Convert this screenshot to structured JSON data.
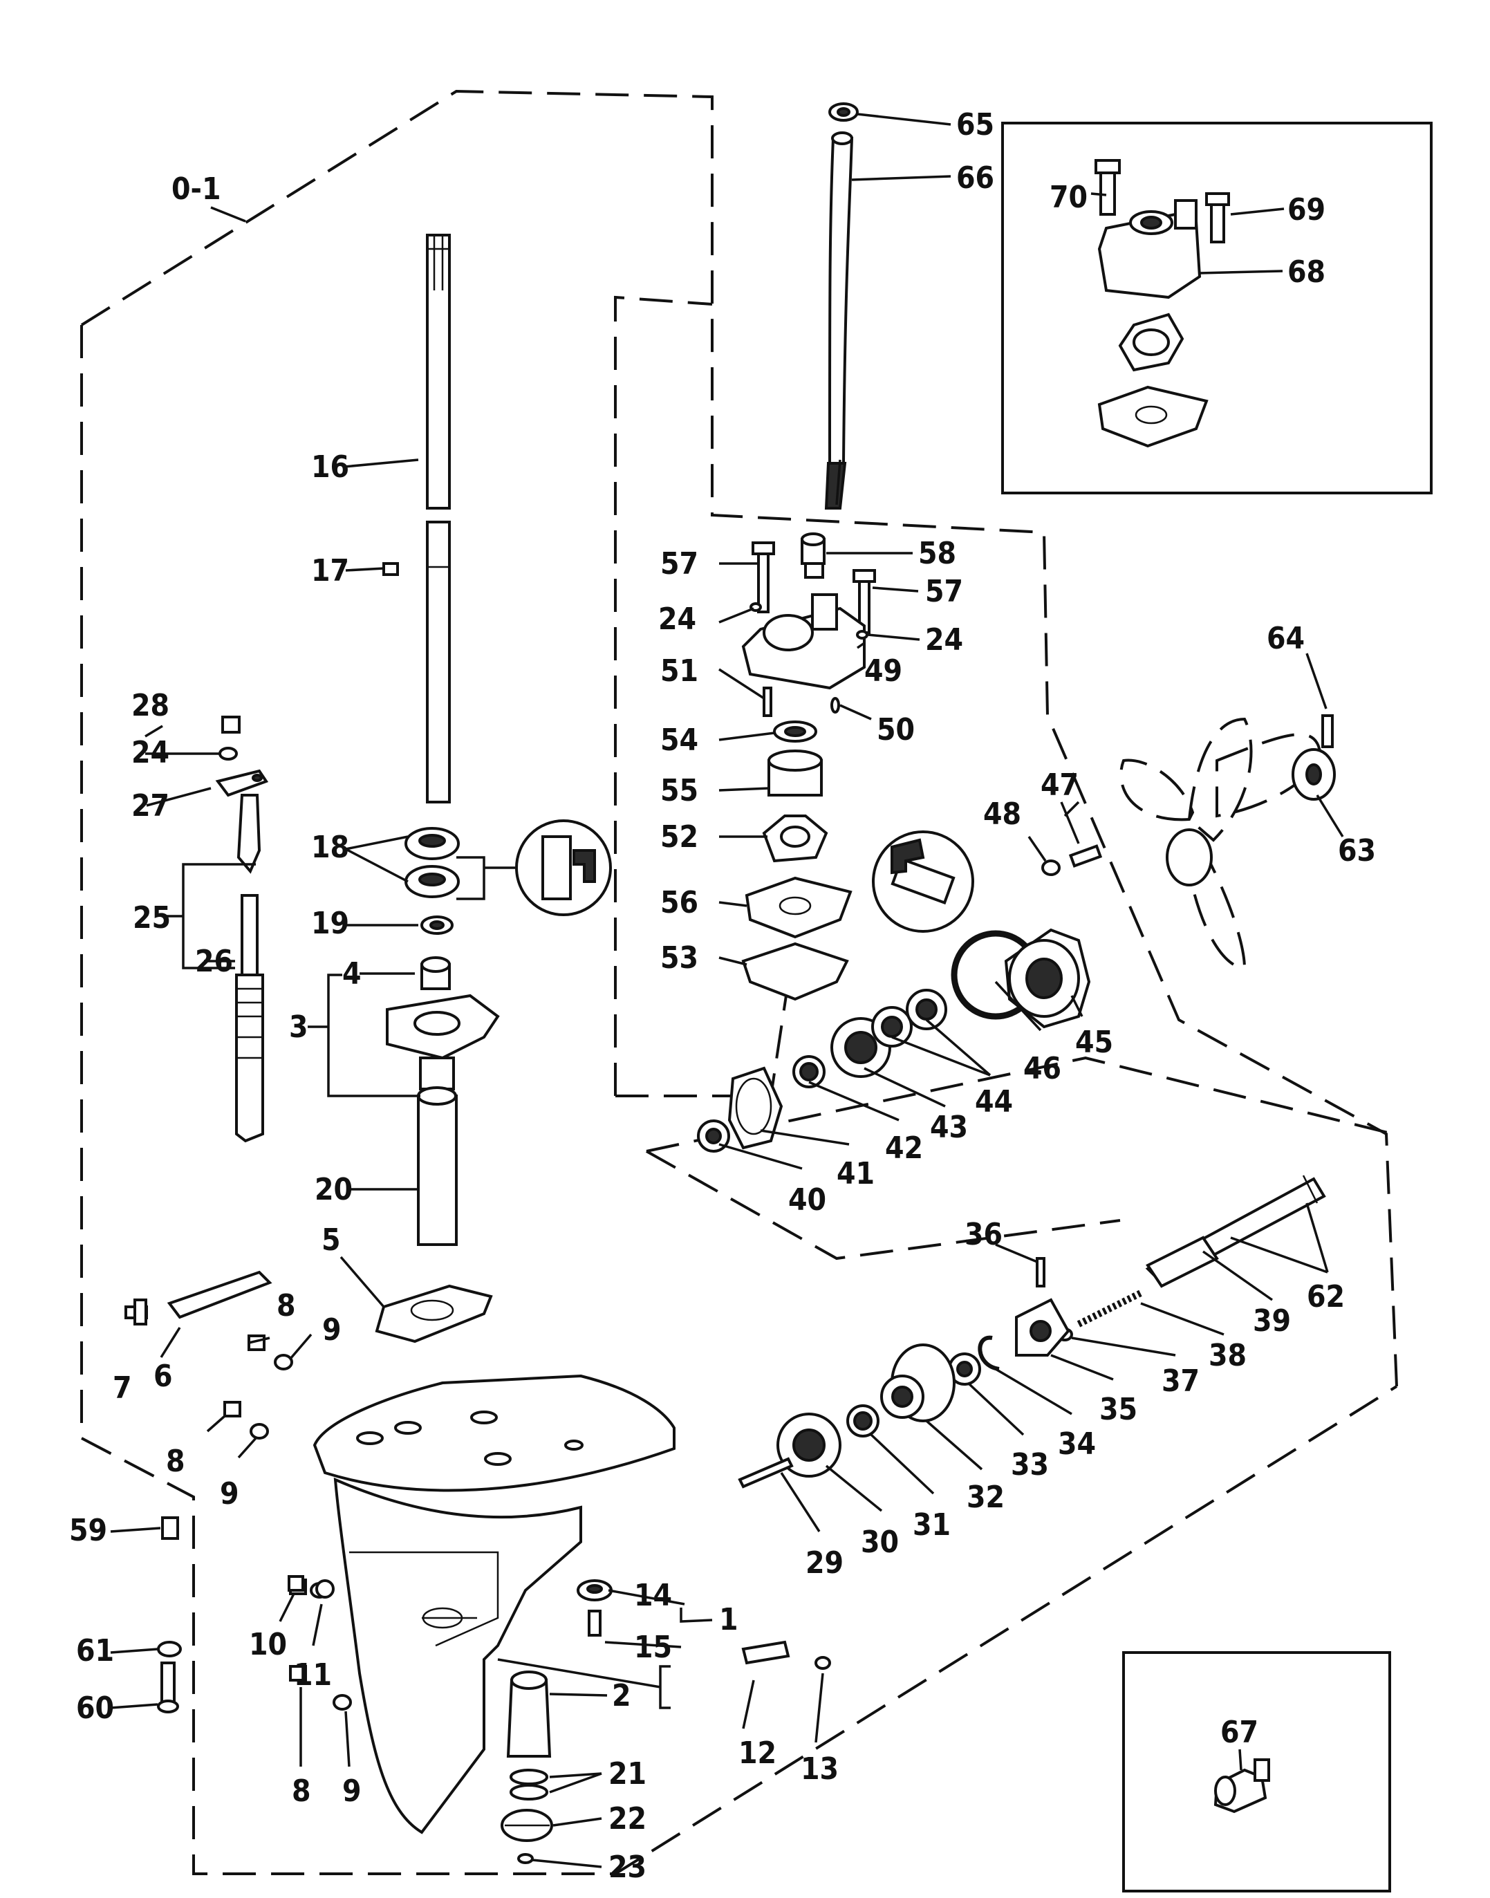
{
  "diagram": {
    "assembly_label": "0-1",
    "callouts": [
      {
        "id": "c1",
        "text": "1"
      },
      {
        "id": "c2",
        "text": "2"
      },
      {
        "id": "c3",
        "text": "3"
      },
      {
        "id": "c4",
        "text": "4"
      },
      {
        "id": "c5",
        "text": "5"
      },
      {
        "id": "c6",
        "text": "6"
      },
      {
        "id": "c7",
        "text": "7"
      },
      {
        "id": "c8a",
        "text": "8"
      },
      {
        "id": "c8b",
        "text": "8"
      },
      {
        "id": "c8c",
        "text": "8"
      },
      {
        "id": "c9a",
        "text": "9"
      },
      {
        "id": "c9b",
        "text": "9"
      },
      {
        "id": "c9c",
        "text": "9"
      },
      {
        "id": "c10",
        "text": "10"
      },
      {
        "id": "c11",
        "text": "11"
      },
      {
        "id": "c12",
        "text": "12"
      },
      {
        "id": "c13",
        "text": "13"
      },
      {
        "id": "c14",
        "text": "14"
      },
      {
        "id": "c15",
        "text": "15"
      },
      {
        "id": "c16",
        "text": "16"
      },
      {
        "id": "c17",
        "text": "17"
      },
      {
        "id": "c18",
        "text": "18"
      },
      {
        "id": "c19",
        "text": "19"
      },
      {
        "id": "c20",
        "text": "20"
      },
      {
        "id": "c21",
        "text": "21"
      },
      {
        "id": "c22",
        "text": "22"
      },
      {
        "id": "c23",
        "text": "23"
      },
      {
        "id": "c24a",
        "text": "24"
      },
      {
        "id": "c24b",
        "text": "24"
      },
      {
        "id": "c24c",
        "text": "24"
      },
      {
        "id": "c25",
        "text": "25"
      },
      {
        "id": "c26",
        "text": "26"
      },
      {
        "id": "c27",
        "text": "27"
      },
      {
        "id": "c28",
        "text": "28"
      },
      {
        "id": "c29",
        "text": "29"
      },
      {
        "id": "c30",
        "text": "30"
      },
      {
        "id": "c31",
        "text": "31"
      },
      {
        "id": "c32",
        "text": "32"
      },
      {
        "id": "c33",
        "text": "33"
      },
      {
        "id": "c34",
        "text": "34"
      },
      {
        "id": "c35",
        "text": "35"
      },
      {
        "id": "c36",
        "text": "36"
      },
      {
        "id": "c37",
        "text": "37"
      },
      {
        "id": "c38",
        "text": "38"
      },
      {
        "id": "c39",
        "text": "39"
      },
      {
        "id": "c40",
        "text": "40"
      },
      {
        "id": "c41",
        "text": "41"
      },
      {
        "id": "c42",
        "text": "42"
      },
      {
        "id": "c43",
        "text": "43"
      },
      {
        "id": "c44",
        "text": "44"
      },
      {
        "id": "c45",
        "text": "45"
      },
      {
        "id": "c46",
        "text": "46"
      },
      {
        "id": "c47",
        "text": "47"
      },
      {
        "id": "c48",
        "text": "48"
      },
      {
        "id": "c49",
        "text": "49"
      },
      {
        "id": "c50",
        "text": "50"
      },
      {
        "id": "c51",
        "text": "51"
      },
      {
        "id": "c52",
        "text": "52"
      },
      {
        "id": "c53",
        "text": "53"
      },
      {
        "id": "c54",
        "text": "54"
      },
      {
        "id": "c55",
        "text": "55"
      },
      {
        "id": "c56",
        "text": "56"
      },
      {
        "id": "c57a",
        "text": "57"
      },
      {
        "id": "c57b",
        "text": "57"
      },
      {
        "id": "c58",
        "text": "58"
      },
      {
        "id": "c59",
        "text": "59"
      },
      {
        "id": "c60",
        "text": "60"
      },
      {
        "id": "c61",
        "text": "61"
      },
      {
        "id": "c62",
        "text": "62"
      },
      {
        "id": "c63",
        "text": "63"
      },
      {
        "id": "c64",
        "text": "64"
      },
      {
        "id": "c65",
        "text": "65"
      },
      {
        "id": "c66",
        "text": "66"
      },
      {
        "id": "c67",
        "text": "67"
      },
      {
        "id": "c68",
        "text": "68"
      },
      {
        "id": "c69",
        "text": "69"
      },
      {
        "id": "c70",
        "text": "70"
      }
    ]
  }
}
